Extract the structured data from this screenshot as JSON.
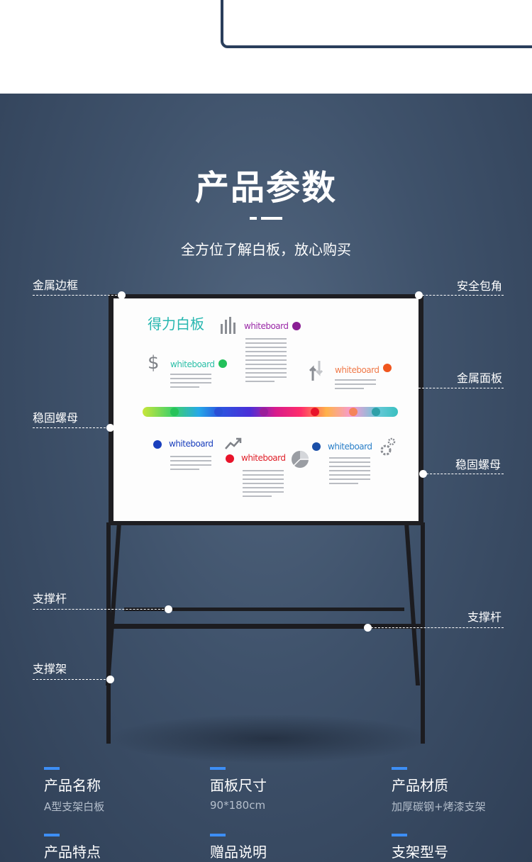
{
  "header": {
    "title": "产品参数",
    "subtitle": "全方位了解白板，放心购买"
  },
  "callouts": {
    "frame": "金属边框",
    "corner": "安全包角",
    "panel": "金属面板",
    "nut_left": "稳固螺母",
    "nut_right": "稳固螺母",
    "rod_left": "支撑杆",
    "rod_right": "支撑杆",
    "stand": "支撑架"
  },
  "board": {
    "title": "得力白板",
    "word": "whiteboard",
    "dollar": "$",
    "dot_colors": [
      "#8a1e94",
      "#22c05a",
      "#f0561e",
      "#1a3fbd",
      "#e8132a",
      "#1a4fa8"
    ]
  },
  "specs": [
    {
      "label": "产品名称",
      "value": "A型支架白板"
    },
    {
      "label": "面板尺寸",
      "value": "90*180cm"
    },
    {
      "label": "产品材质",
      "value": "加厚碳钢+烤漆支架"
    },
    {
      "label": "产品特点",
      "value": ""
    },
    {
      "label": "赠品说明",
      "value": ""
    },
    {
      "label": "支架型号",
      "value": ""
    }
  ],
  "colors": {
    "background": "#3f526b",
    "accent": "#3d8ef5",
    "frame": "#1e1e22"
  }
}
